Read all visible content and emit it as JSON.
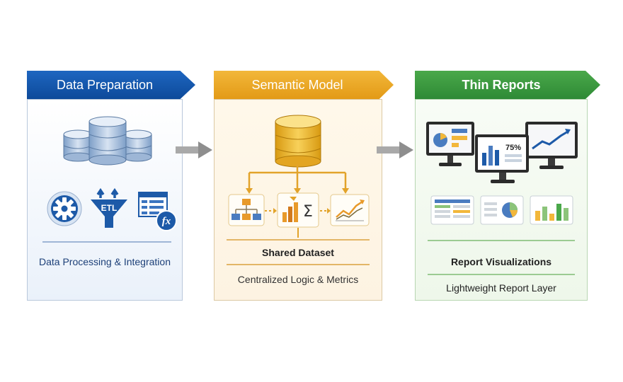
{
  "stages": [
    {
      "title": "Data Preparation",
      "caption": "Data Processing & Integration",
      "etl_label": "ETL",
      "fx_label": "fx"
    },
    {
      "title": "Semantic Model",
      "caption_main": "Shared Dataset",
      "caption_sub": "Centralized Logic & Metrics"
    },
    {
      "title": "Thin Reports",
      "caption_main": "Report Visualizations",
      "caption_sub": "Lightweight Report Layer",
      "monitor_percent": "75%"
    }
  ],
  "colors": {
    "blue": "#0d4a9a",
    "orange": "#e39a16",
    "green": "#2e8a35"
  },
  "icons": [
    "database-icon",
    "gear-icon",
    "etl-funnel-icon",
    "table-formula-icon",
    "hierarchy-icon",
    "sigma-icon",
    "line-trend-icon",
    "monitor-icon",
    "report-card-icon"
  ]
}
